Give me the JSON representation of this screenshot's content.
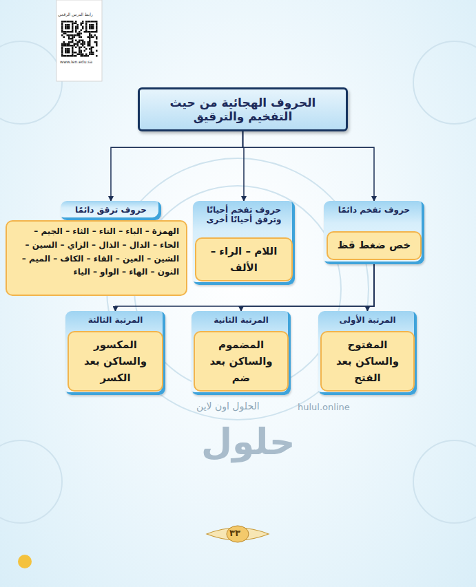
{
  "diagram": {
    "nodes": [
      {
        "text": [
          "الحروف الهجائية من حيث التفخيم والترقيق"
        ]
      },
      {
        "text": [
          "حروف تفخم دائمًا"
        ]
      },
      {
        "text": [
          "خص ضغط قظ"
        ],
        "in": 1
      },
      {
        "text": [
          "حروف تفخم أحيانًا وترقق أحيانًا أخرى"
        ]
      },
      {
        "text": [
          "اللام – الراء – الألف"
        ],
        "in": 3
      },
      {
        "text": [
          "حروف ترقق دائمًا"
        ]
      },
      {
        "text": [
          "الهمزة – الباء – التاء – الثاء – الجيم – الحاء – الدال – الذال – الزاي – السين – الشين – العين – الفاء – الكاف – الميم – النون – الهاء – الواو – الياء"
        ],
        "in": 5
      },
      {
        "text": [
          "المرتبة الأولى"
        ]
      },
      {
        "text": [
          "المفتوح والساكن بعد الفتح"
        ],
        "in": 7
      },
      {
        "text": [
          "المرتبة الثانية"
        ]
      },
      {
        "text": [
          "المضموم والساكن بعد ضم"
        ],
        "in": 9
      },
      {
        "text": [
          "المرتبة الثالثة"
        ]
      },
      {
        "text": [
          "المكسور والساكن بعد الكسر"
        ],
        "in": 11
      }
    ],
    "edges": [
      {
        "from": 0,
        "to": 1,
        "arrow": "to"
      },
      {
        "from": 0,
        "to": 3,
        "arrow": "to"
      },
      {
        "from": 0,
        "to": 5,
        "arrow": "to"
      },
      {
        "from": 1,
        "to": 7,
        "arrow": "to"
      },
      {
        "from": 1,
        "to": 9,
        "arrow": "to"
      },
      {
        "from": 1,
        "to": 11,
        "arrow": "to"
      }
    ],
    "labels": [
      "رابط الدرس الرقمي",
      "www.ien.edu.sa",
      "٣٣",
      "حلول",
      "الحلول اون لاين",
      "hulul.online"
    ]
  }
}
